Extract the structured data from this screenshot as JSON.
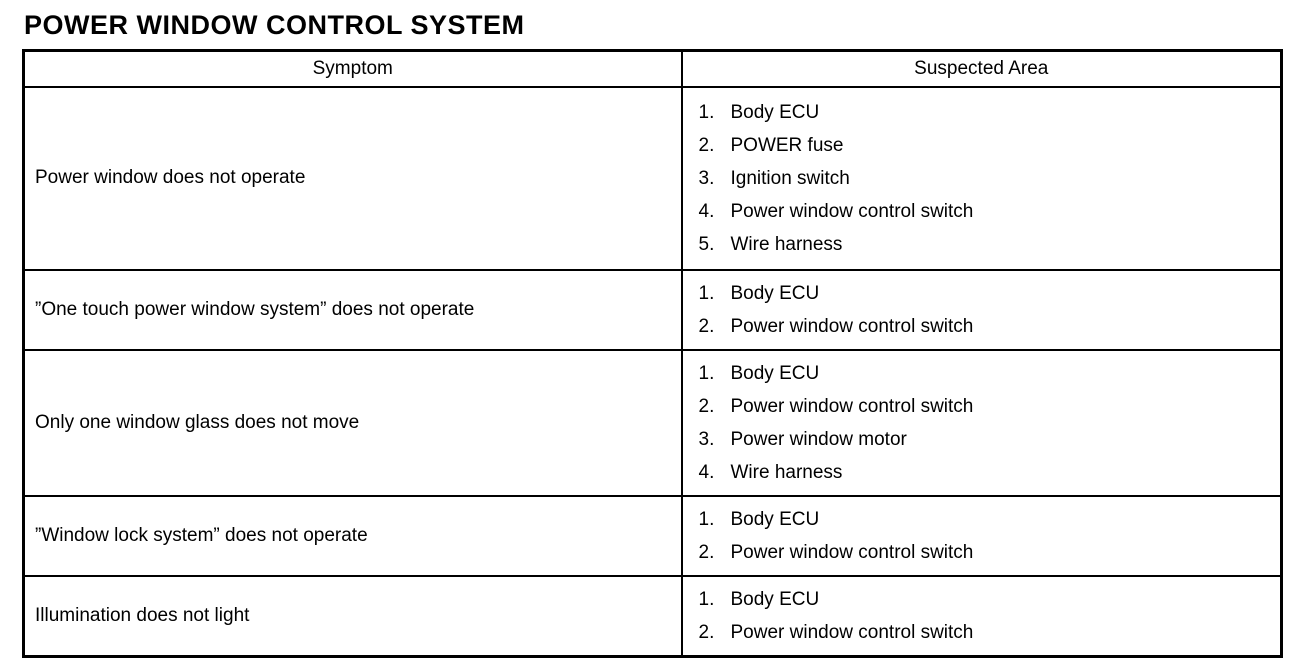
{
  "page": {
    "title": "POWER WINDOW CONTROL SYSTEM"
  },
  "table": {
    "headers": {
      "symptom": "Symptom",
      "suspected_area": "Suspected Area"
    },
    "rows": [
      {
        "symptom": "Power window does not operate",
        "suspected": [
          "Body ECU",
          "POWER fuse",
          "Ignition switch",
          "Power window control switch",
          "Wire harness"
        ]
      },
      {
        "symptom": "”One touch power window system” does not operate",
        "suspected": [
          "Body ECU",
          "Power window control switch"
        ]
      },
      {
        "symptom": "Only one window glass does not move",
        "suspected": [
          "Body ECU",
          "Power window control switch",
          "Power window motor",
          "Wire harness"
        ]
      },
      {
        "symptom": "”Window lock system” does not operate",
        "suspected": [
          "Body ECU",
          "Power window control switch"
        ]
      },
      {
        "symptom": "Illumination does not light",
        "suspected": [
          "Body ECU",
          "Power window control switch"
        ]
      }
    ]
  }
}
